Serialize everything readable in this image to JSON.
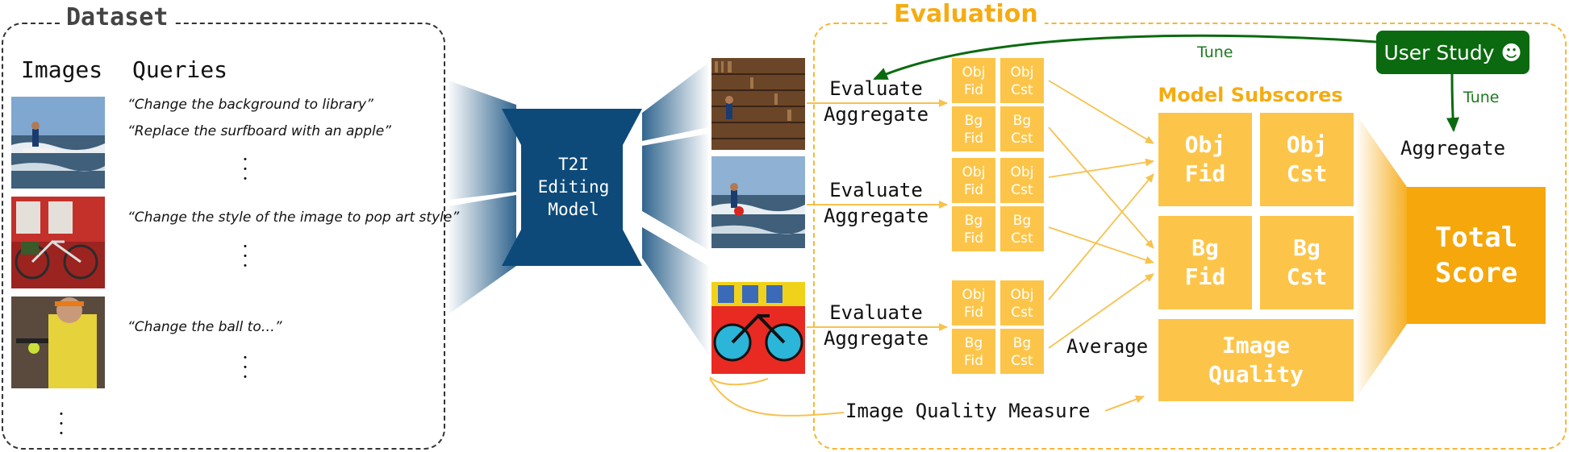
{
  "dataset": {
    "title": "Dataset",
    "col_images": "Images",
    "col_queries": "Queries",
    "queries": [
      "“Change the background to library”",
      "“Replace the surfboard with an apple”",
      "“Change the style of the image to pop art style”",
      "“Change the ball to…”"
    ]
  },
  "model": {
    "line1": "T2I",
    "line2": "Editing",
    "line3": "Model"
  },
  "evaluation": {
    "title": "Evaluation",
    "evaluate": "Evaluate",
    "aggregate": "Aggregate",
    "cells": {
      "obj_fid": [
        "Obj",
        "Fid"
      ],
      "obj_cst": [
        "Obj",
        "Cst"
      ],
      "bg_fid": [
        "Bg",
        "Fid"
      ],
      "bg_cst": [
        "Bg",
        "Cst"
      ]
    },
    "subscores_title": "Model Subscores",
    "subscores": {
      "obj_fid": [
        "Obj",
        "Fid"
      ],
      "obj_cst": [
        "Obj",
        "Cst"
      ],
      "bg_fid": [
        "Bg",
        "Fid"
      ],
      "bg_cst": [
        "Bg",
        "Cst"
      ],
      "image_quality": [
        "Image",
        "Quality"
      ]
    },
    "average": "Average",
    "image_quality_measure": "Image Quality Measure",
    "total_score": [
      "Total",
      "Score"
    ],
    "user_study": "User Study ☻",
    "tune": "Tune",
    "aggregate_right": "Aggregate"
  },
  "colors": {
    "model_blue": "#0d4a7a",
    "eval_orange": "#f5ac12",
    "cell_yellow": "#fcc54a",
    "total_orange": "#f5a70c",
    "user_green": "#0b6a0f"
  }
}
